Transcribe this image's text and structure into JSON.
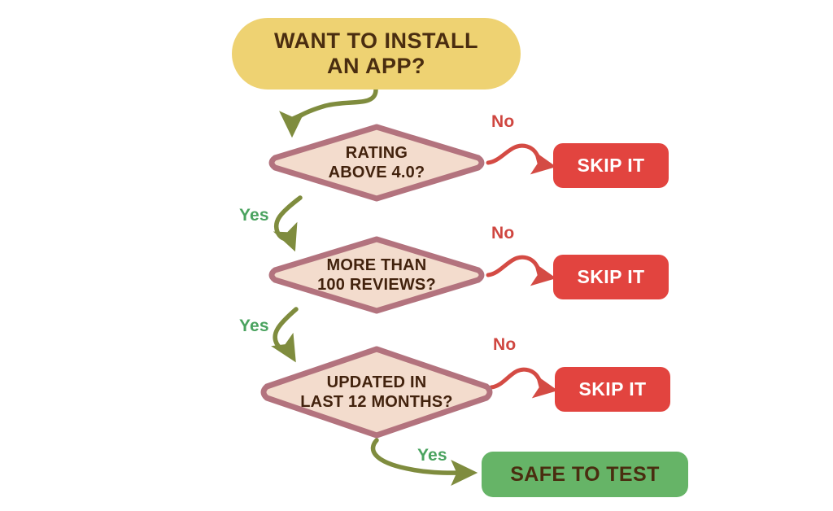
{
  "diagram": {
    "title": "WANT TO INSTALL AN APP?",
    "type": "flowchart",
    "background_color": "#ffffff",
    "palette": {
      "start_fill": "#eed272",
      "start_text": "#4a2d10",
      "decision_fill": "#f3dccd",
      "decision_border": "#b3737e",
      "decision_text": "#42220d",
      "reject_fill": "#e2443f",
      "reject_text": "#ffffff",
      "accept_fill": "#66b467",
      "accept_text": "#4a2d10",
      "yes_arrow": "#7f8c3e",
      "yes_label": "#4aa35f",
      "no_arrow": "#d44b44",
      "no_label": "#cf4640"
    }
  },
  "start": {
    "label": "WANT TO INSTALL\nAN APP?",
    "shape": "pill"
  },
  "decisions": [
    {
      "id": "rating",
      "label": "RATING\nABOVE 4.0?",
      "yes_label": "Yes",
      "no_label": "No",
      "no_target": "SKIP IT",
      "yes_target": "MORE THAN 100 REVIEWS?"
    },
    {
      "id": "reviews",
      "label": "MORE THAN\n100 REVIEWS?",
      "yes_label": "Yes",
      "no_label": "No",
      "no_target": "SKIP IT",
      "yes_target": "UPDATED IN LAST 12 MONTHS?"
    },
    {
      "id": "updated",
      "label": "UPDATED IN\nLAST 12 MONTHS?",
      "yes_label": "Yes",
      "no_label": "No",
      "no_target": "SKIP IT",
      "yes_target": "SAFE TO TEST"
    }
  ],
  "terminals": {
    "skip": "SKIP IT",
    "safe": "SAFE TO TEST"
  },
  "edge_labels": {
    "no_1": "No",
    "no_2": "No",
    "no_3": "No",
    "yes_1": "Yes",
    "yes_2": "Yes",
    "yes_3": "Yes"
  }
}
